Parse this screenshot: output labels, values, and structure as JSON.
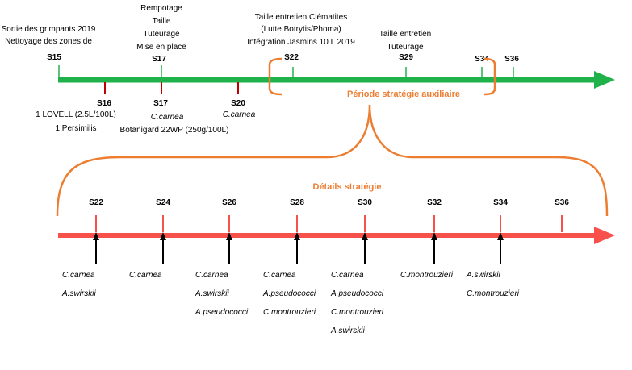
{
  "top_timeline": {
    "upper_weeks": [
      {
        "label": "S15",
        "lines": [
          "Sortie des grimpants 2019",
          "Nettoyage des zones de"
        ]
      },
      {
        "label": "S17",
        "lines": [
          "Rempotage",
          "Taille",
          "Tuteurage",
          "Mise en place"
        ]
      },
      {
        "label": "S22",
        "lines": [
          "Taille entretien Clématites",
          "(Lutte Botrytis/Phoma)",
          "Intégration Jasmins 10 L 2019"
        ]
      },
      {
        "label": "S29",
        "lines": [
          "Taille entretien",
          "Tuteurage"
        ]
      },
      {
        "label": "S34",
        "lines": []
      },
      {
        "label": "S36",
        "lines": []
      }
    ],
    "lower_weeks": [
      {
        "label": "S16",
        "lines": [
          "1 LOVELL  (2.5L/100L)",
          "1 Persimilis"
        ]
      },
      {
        "label": "S17",
        "lines": [
          "C.carnea",
          "Botanigard 22WP (250g/100L)"
        ]
      },
      {
        "label": "S20",
        "lines": [
          "C.carnea"
        ]
      }
    ],
    "period_label": "Période stratégie auxiliaire"
  },
  "bottom_timeline": {
    "title": "Détails stratégie",
    "weeks": [
      {
        "label": "S22",
        "auxiliaries": [
          "C.carnea",
          "A.swirskii"
        ]
      },
      {
        "label": "S24",
        "auxiliaries": [
          "C.carnea"
        ]
      },
      {
        "label": "S26",
        "auxiliaries": [
          "C.carnea",
          "A.swirskii",
          "A.pseudococci"
        ]
      },
      {
        "label": "S28",
        "auxiliaries": [
          "C.carnea",
          "A.pseudococci",
          "C.montrouzieri"
        ]
      },
      {
        "label": "S30",
        "auxiliaries": [
          "C.carnea",
          "A.pseudococci",
          "C.montrouzieri",
          "A.swirskii"
        ]
      },
      {
        "label": "S32",
        "auxiliaries": [
          "C.montrouzieri"
        ]
      },
      {
        "label": "S34",
        "auxiliaries": [
          "A.swirskii",
          "C.montrouzieri"
        ]
      },
      {
        "label": "S36",
        "auxiliaries": []
      }
    ]
  },
  "colors": {
    "green_arrow": "#1fb24a",
    "green_tick": "#22b14c",
    "red_tick": "#c00000",
    "red_arrow": "#f8504b",
    "orange": "#ed7d31",
    "black": "#000000"
  }
}
